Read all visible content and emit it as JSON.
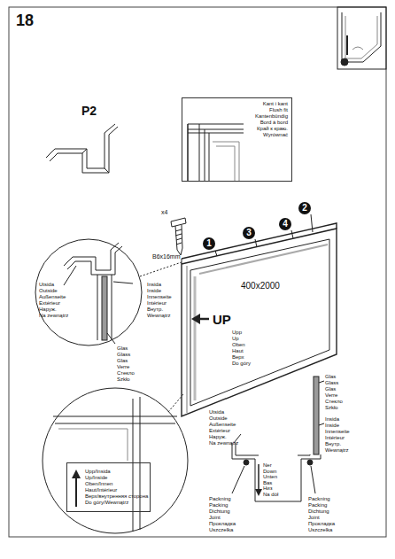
{
  "diagram": {
    "nodes": [
      {
        "text": [
          "Kant i kant",
          "Flush fit",
          "Kantenbündig",
          "Bord à bord",
          "Край к краю.",
          "Wyrównać"
        ]
      },
      {
        "text": [
          "1"
        ]
      },
      {
        "text": [
          "3"
        ]
      },
      {
        "text": [
          "4"
        ]
      },
      {
        "text": [
          "2"
        ]
      },
      {
        "text": [
          "Upp/Insida",
          "Up/Inside",
          "Oben/Innen",
          "Haut/Intérieur",
          "Верх/внутренняя сторона",
          "Do góry/Wewnątrz"
        ]
      }
    ],
    "labels": [
      "18",
      "P2",
      "x4",
      "B6x16mm",
      "400x2000",
      "UP",
      "Upp",
      "Up",
      "Oben",
      "Haut",
      "Верх",
      "Do góry",
      "Utsida",
      "Outside",
      "Außenseite",
      "Extérieur",
      "Наруж.",
      "Na zewnątrz",
      "Insida",
      "Inside",
      "Innenseite",
      "Intérieur",
      "Внутр.",
      "Wewnątrz",
      "Glas",
      "Glass",
      "Glas",
      "Verre",
      "Стекло",
      "Szkło",
      "Glas",
      "Glass",
      "Glas",
      "Verre",
      "Стекло",
      "Szkło",
      "Insida",
      "Inside",
      "Innenseite",
      "Intérieur",
      "Внутр.",
      "Wewnątrz",
      "Utsida",
      "Outside",
      "Außenseite",
      "Extérieur",
      "Наруж.",
      "Na zewnątrz",
      "Ner",
      "Down",
      "Unten",
      "Bas",
      "Низ",
      "Na dół",
      "Packning",
      "Packing",
      "Dichtung",
      "Joint",
      "Прокладка",
      "Uszczelka",
      "Packning",
      "Packing",
      "Dichtung",
      "Joint",
      "Прокладка",
      "Uszczelka"
    ]
  }
}
